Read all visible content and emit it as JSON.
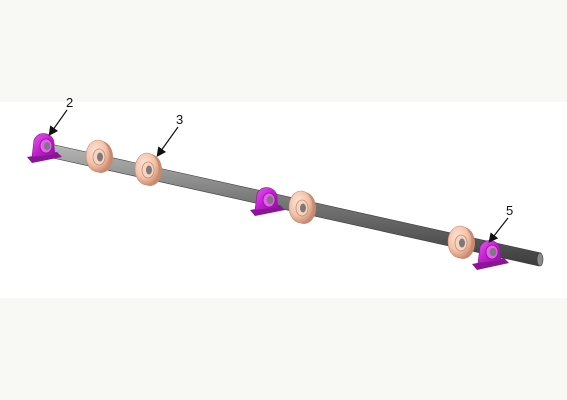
{
  "callouts": [
    {
      "label": "2"
    },
    {
      "label": "3"
    },
    {
      "label": "5"
    }
  ],
  "colors": {
    "bearing": "#c21fd0",
    "bearing_light": "#e85cf0",
    "bearing_dark": "#8a1596",
    "pulley": "#f2c2a8",
    "pulley_light": "#fde6d8",
    "pulley_dark": "#c88a70",
    "shaft": "#6c6c6c",
    "shaft_light": "#b8b8b8",
    "shaft_dark": "#3c3c3c"
  }
}
